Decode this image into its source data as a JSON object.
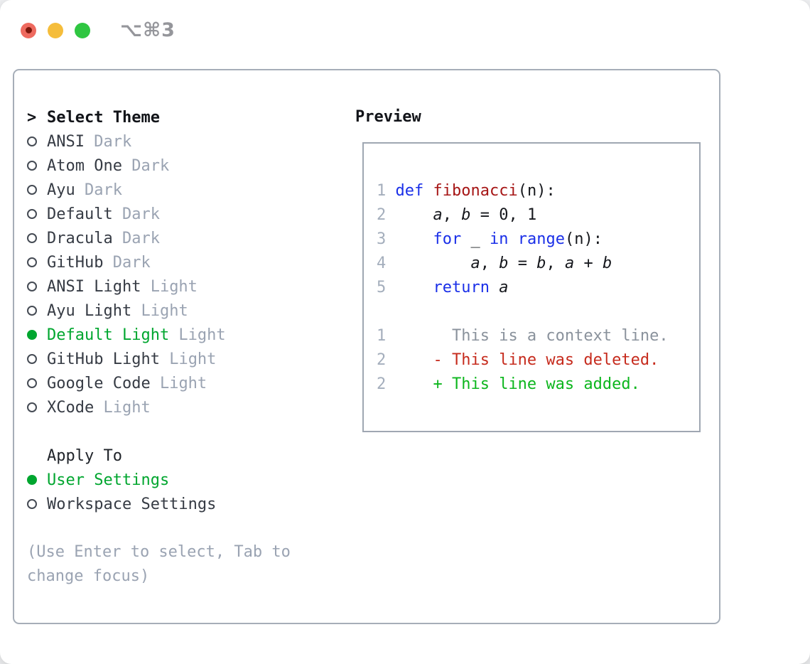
{
  "titlebar": {
    "shortcut": "⌥⌘3"
  },
  "theme_menu": {
    "prompt": ">",
    "title": "Select Theme",
    "items": [
      {
        "name": "ANSI",
        "variant": "Dark",
        "selected": false
      },
      {
        "name": "Atom One",
        "variant": "Dark",
        "selected": false
      },
      {
        "name": "Ayu",
        "variant": "Dark",
        "selected": false
      },
      {
        "name": "Default",
        "variant": "Dark",
        "selected": false
      },
      {
        "name": "Dracula",
        "variant": "Dark",
        "selected": false
      },
      {
        "name": "GitHub",
        "variant": "Dark",
        "selected": false
      },
      {
        "name": "ANSI Light",
        "variant": "Light",
        "selected": false
      },
      {
        "name": "Ayu Light",
        "variant": "Light",
        "selected": false
      },
      {
        "name": "Default Light",
        "variant": "Light",
        "selected": true
      },
      {
        "name": "GitHub Light",
        "variant": "Light",
        "selected": false
      },
      {
        "name": "Google Code",
        "variant": "Light",
        "selected": false
      },
      {
        "name": "XCode",
        "variant": "Light",
        "selected": false
      }
    ]
  },
  "apply_to": {
    "title": "Apply To",
    "options": [
      {
        "label": "User Settings",
        "selected": true
      },
      {
        "label": "Workspace Settings",
        "selected": false
      }
    ]
  },
  "help_text": "(Use Enter to select, Tab to change focus)",
  "preview": {
    "title": "Preview",
    "code_lines": [
      {
        "num": "1",
        "tokens": [
          {
            "t": "def",
            "c": "kw"
          },
          {
            "t": " ",
            "c": "pl"
          },
          {
            "t": "fibonacci",
            "c": "fn"
          },
          {
            "t": "(n):",
            "c": "pl"
          }
        ]
      },
      {
        "num": "2",
        "tokens": [
          {
            "t": "    ",
            "c": "pl"
          },
          {
            "t": "a",
            "c": "var"
          },
          {
            "t": ", ",
            "c": "pl"
          },
          {
            "t": "b",
            "c": "var"
          },
          {
            "t": " = 0, 1",
            "c": "pl"
          }
        ]
      },
      {
        "num": "3",
        "tokens": [
          {
            "t": "    ",
            "c": "pl"
          },
          {
            "t": "for",
            "c": "kw"
          },
          {
            "t": " _ ",
            "c": "pl"
          },
          {
            "t": "in",
            "c": "kw"
          },
          {
            "t": " ",
            "c": "pl"
          },
          {
            "t": "range",
            "c": "kw"
          },
          {
            "t": "(n):",
            "c": "pl"
          }
        ]
      },
      {
        "num": "4",
        "tokens": [
          {
            "t": "        ",
            "c": "pl"
          },
          {
            "t": "a",
            "c": "var"
          },
          {
            "t": ", ",
            "c": "pl"
          },
          {
            "t": "b",
            "c": "var"
          },
          {
            "t": " = ",
            "c": "pl"
          },
          {
            "t": "b",
            "c": "var"
          },
          {
            "t": ", ",
            "c": "pl"
          },
          {
            "t": "a",
            "c": "var"
          },
          {
            "t": " + ",
            "c": "pl"
          },
          {
            "t": "b",
            "c": "var"
          }
        ]
      },
      {
        "num": "5",
        "tokens": [
          {
            "t": "    ",
            "c": "pl"
          },
          {
            "t": "return",
            "c": "kw"
          },
          {
            "t": " ",
            "c": "pl"
          },
          {
            "t": "a",
            "c": "var"
          }
        ]
      },
      {
        "blank": true
      },
      {
        "num": "1",
        "diff": "context",
        "text": "      This is a context line."
      },
      {
        "num": "2",
        "diff": "deleted",
        "text": "    - This line was deleted."
      },
      {
        "num": "2",
        "diff": "added",
        "text": "    + This line was added."
      }
    ]
  },
  "colors": {
    "selected_green": "#00a62f",
    "keyword_blue": "#1a2fe8",
    "function_red": "#a61616",
    "diff_added": "#0cb61d",
    "diff_deleted": "#c62b1d",
    "muted_gray": "#9aa3b2",
    "panel_border": "#a6aeb8",
    "traffic_red": "#ee6a5f",
    "traffic_yellow": "#f5bd3b",
    "traffic_green": "#2fc641"
  }
}
